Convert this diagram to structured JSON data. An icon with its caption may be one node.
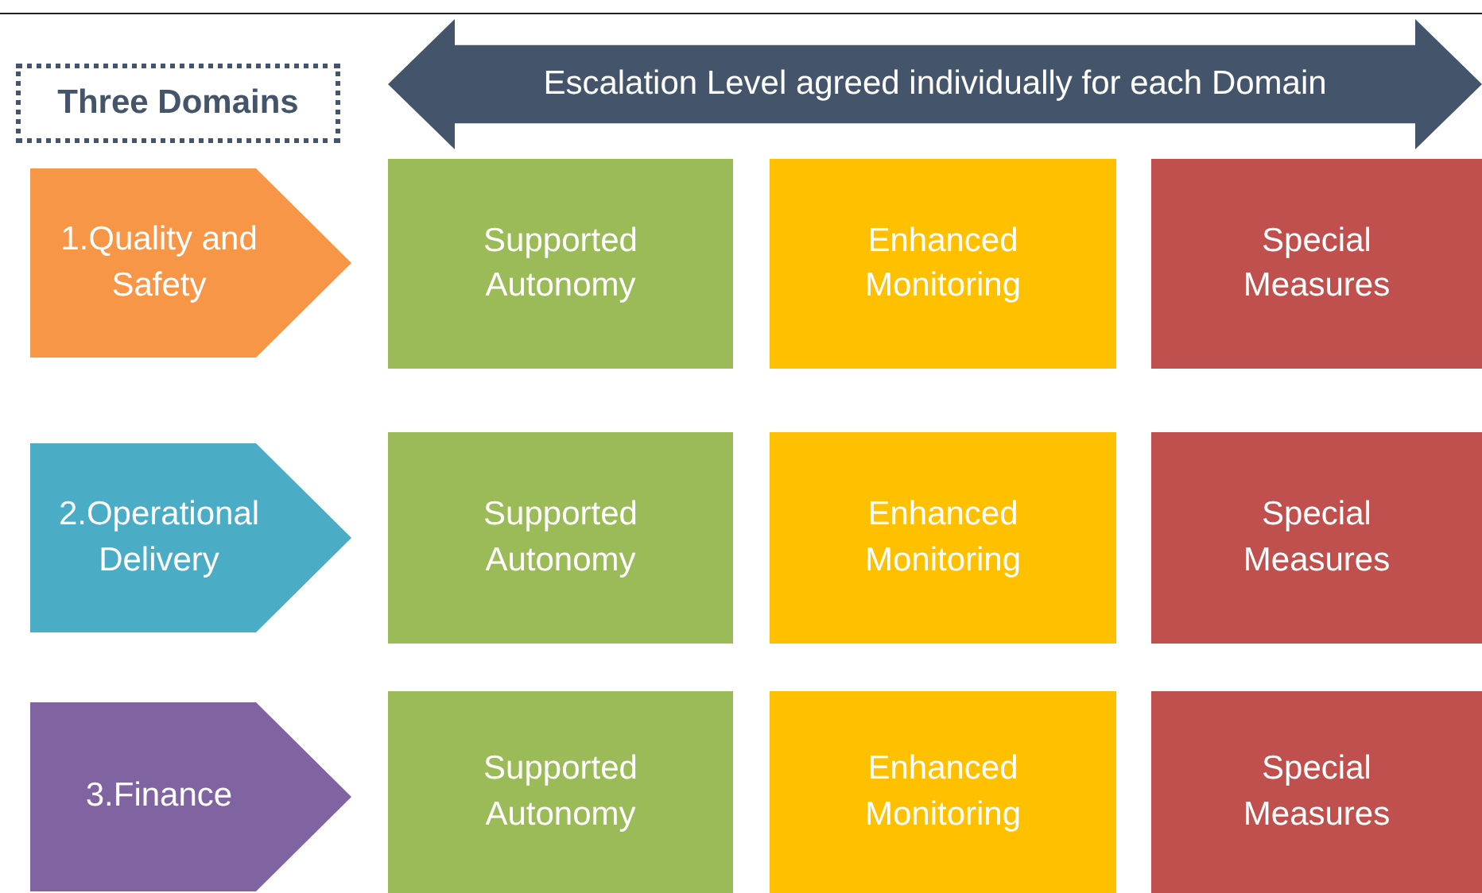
{
  "diagram": {
    "nodes": [
      {
        "text": [
          "Three Domains"
        ]
      },
      {
        "text": [
          "Escalation Level agreed individually for each Domain"
        ]
      },
      {
        "text": [
          "1.Quality and Safety"
        ]
      },
      {
        "text": [
          "Supported Autonomy"
        ]
      },
      {
        "text": [
          "Enhanced Monitoring"
        ]
      },
      {
        "text": [
          "Special Measures"
        ]
      },
      {
        "text": [
          "2.Operational Delivery"
        ]
      },
      {
        "text": [
          "Supported Autonomy"
        ]
      },
      {
        "text": [
          "Enhanced Monitoring"
        ]
      },
      {
        "text": [
          "Special Measures"
        ]
      },
      {
        "text": [
          "3.Finance"
        ]
      },
      {
        "text": [
          "Supported Autonomy"
        ]
      },
      {
        "text": [
          "Enhanced Monitoring"
        ]
      },
      {
        "text": [
          "Special Measures"
        ]
      }
    ]
  }
}
